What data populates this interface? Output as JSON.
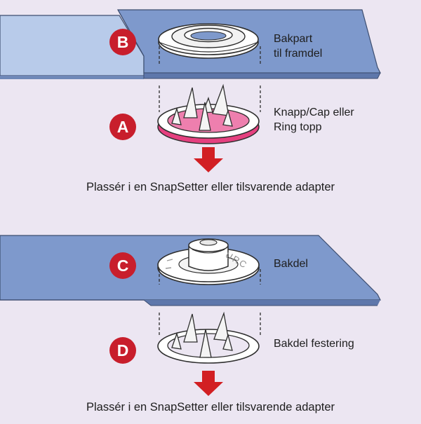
{
  "colors": {
    "background": "#ECE6F2",
    "fabric": "#7D98CC",
    "fabric_light": "#B6CAEA",
    "badge": "#C81E2C",
    "arrow": "#D21F23",
    "pink": "#E5407F"
  },
  "steps": [
    {
      "badge": "B",
      "label_line1": "Bakpart",
      "label_line2": "til framdel",
      "part_icon": "socket-ring-icon"
    },
    {
      "badge": "A",
      "label_line1": "Knapp/Cap eller",
      "label_line2": "Ring topp",
      "part_icon": "prong-ring-pink-icon"
    },
    {
      "badge": "C",
      "label_line1": "Bakdel",
      "label_line2": "",
      "part_icon": "stud-icon",
      "stud_engraving": "URC"
    },
    {
      "badge": "D",
      "label_line1": "Bakdel festering",
      "label_line2": "",
      "part_icon": "prong-ring-white-icon"
    }
  ],
  "instructions": [
    "Plassér i en SnapSetter eller tilsvarende adapter",
    "Plassér i en SnapSetter eller tilsvarende adapter"
  ],
  "arrow_icon": "down-arrow-icon"
}
